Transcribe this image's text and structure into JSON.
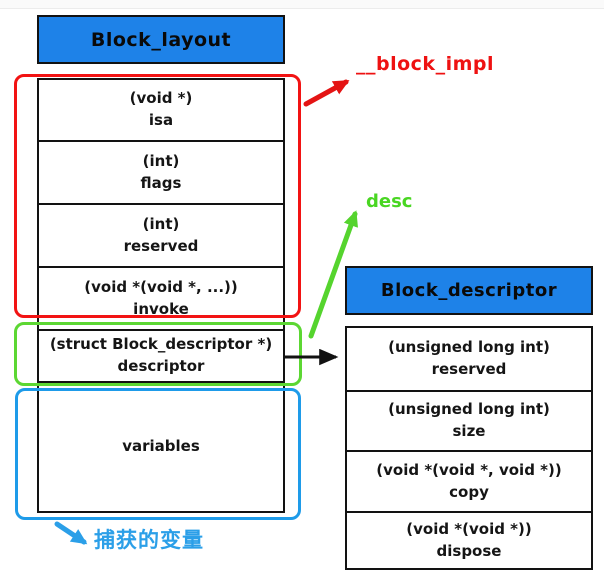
{
  "block_layout": {
    "title": "Block_layout",
    "rows": [
      {
        "type": "(void *)",
        "name": "isa"
      },
      {
        "type": "(int)",
        "name": "flags"
      },
      {
        "type": "(int)",
        "name": "reserved"
      },
      {
        "type": "(void *(void *, ...))",
        "name": "invoke"
      },
      {
        "type": "(struct Block_descriptor *)",
        "name": "descriptor"
      },
      {
        "type": "",
        "name": "variables"
      }
    ]
  },
  "block_descriptor": {
    "title": "Block_descriptor",
    "rows": [
      {
        "type": "(unsigned long int)",
        "name": "reserved"
      },
      {
        "type": "(unsigned long int)",
        "name": "size"
      },
      {
        "type": "(void *(void *, void *))",
        "name": "copy"
      },
      {
        "type": "(void *(void *))",
        "name": "dispose"
      }
    ]
  },
  "annotations": {
    "block_impl": {
      "label": "__block_impl",
      "color": "#ee1111"
    },
    "desc": {
      "label": "desc",
      "color": "#49d622"
    },
    "captured_variables": {
      "label": "捕获的变量",
      "color": "#2b9fe8"
    }
  },
  "colors": {
    "header_fill": "#1e82e8",
    "table_border": "#121212",
    "impl_group_outline": "#f21313",
    "desc_group_outline": "#5cd733",
    "variables_group_outline": "#1e9be9",
    "pointer_arrow": "#121212"
  }
}
